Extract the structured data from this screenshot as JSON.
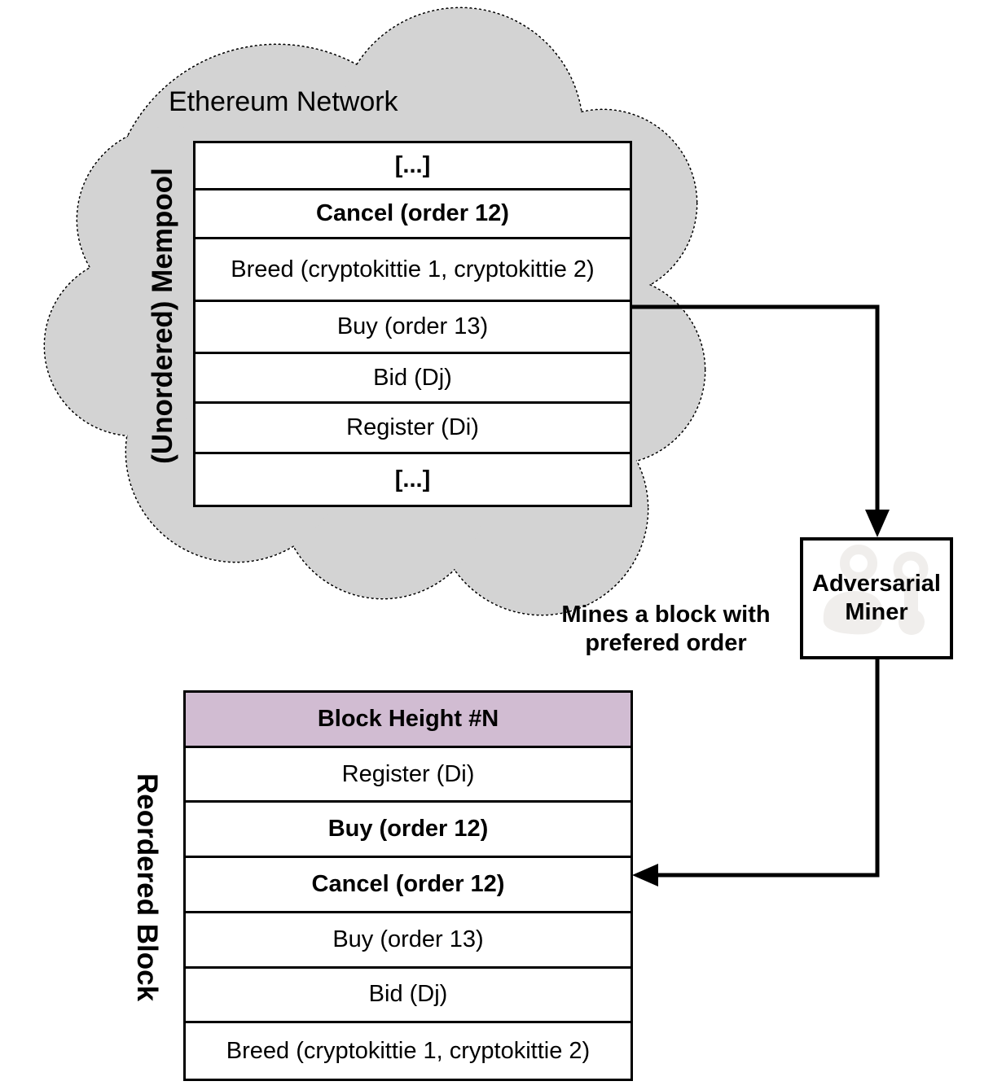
{
  "cloud": {
    "label": "Ethereum Network",
    "fill_color": "#d3d3d3"
  },
  "mempool": {
    "side_label": "(Unordered) Mempool",
    "rows": [
      {
        "text": "[...]"
      },
      {
        "text": "Cancel (order 12)"
      },
      {
        "text": "Breed (cryptokittie 1, cryptokittie 2)"
      },
      {
        "text": "Buy (order 13)"
      },
      {
        "text": "Bid (Dj)"
      },
      {
        "text": "Register (Di)"
      },
      {
        "text": "[...]"
      }
    ]
  },
  "miner": {
    "label": "Adversarial Miner"
  },
  "caption": {
    "text": "Mines a block with prefered order"
  },
  "block": {
    "side_label": "Reordered Block",
    "header": "Block Height #N",
    "header_fill_color": "#d1bcd2",
    "rows": [
      {
        "text": "Register (Di)"
      },
      {
        "text": "Buy (order 12)"
      },
      {
        "text": "Cancel (order 12)"
      },
      {
        "text": "Buy (order 13)"
      },
      {
        "text": "Bid (Dj)"
      },
      {
        "text": "Breed (cryptokittie 1, cryptokittie 2)"
      }
    ]
  },
  "colors": {
    "arrow": "#000000",
    "border": "#000000",
    "text": "#000000"
  }
}
